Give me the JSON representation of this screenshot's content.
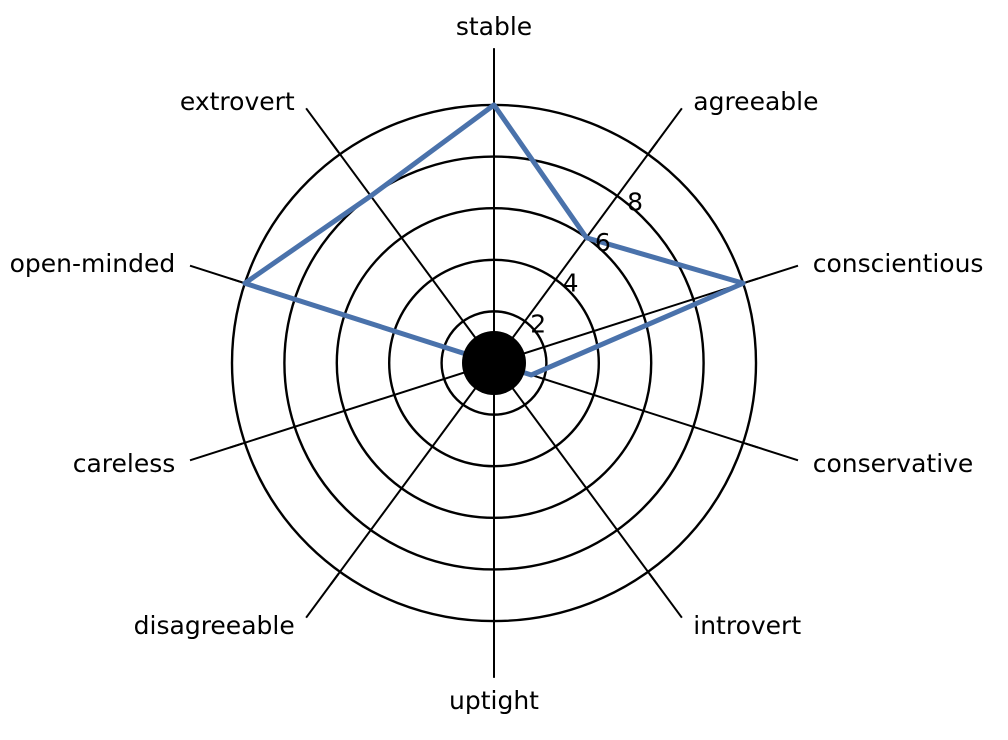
{
  "chart_data": {
    "type": "radar",
    "title": "",
    "subtitle": "",
    "xlabel": "",
    "ylabel": "",
    "grid": true,
    "legend_position": "none",
    "rlim": [
      0,
      10
    ],
    "r_ticks": [
      2,
      4,
      6,
      8
    ],
    "r_tick_labels": [
      "2",
      "4",
      "6",
      "8"
    ],
    "n_rings": 5,
    "categories": [
      "stable",
      "agreeable",
      "conscientious",
      "conservative",
      "introvert",
      "uptight",
      "disagreeable",
      "careless",
      "open-minded",
      "extrovert"
    ],
    "values": [
      10,
      6,
      10,
      1.5,
      0,
      0,
      0,
      0,
      10,
      8
    ],
    "series": [
      {
        "name": "profile",
        "color": "#4a72ab",
        "values": [
          10,
          6,
          10,
          1.5,
          0,
          0,
          0,
          0,
          10,
          8
        ]
      }
    ],
    "line_color": "#4a72ab",
    "line_width": 5,
    "grid_color": "#000000",
    "center_marker": {
      "shape": "circle",
      "color": "#000000",
      "radius_px": 32
    }
  },
  "axes": [
    {
      "index": 0,
      "label": "stable",
      "angle_deg": 90,
      "value": 10
    },
    {
      "index": 1,
      "label": "agreeable",
      "angle_deg": 54,
      "value": 6
    },
    {
      "index": 2,
      "label": "conscientious",
      "angle_deg": 18,
      "value": 10
    },
    {
      "index": 3,
      "label": "conservative",
      "angle_deg": -18,
      "value": 1.5
    },
    {
      "index": 4,
      "label": "introvert",
      "angle_deg": -54,
      "value": 0
    },
    {
      "index": 5,
      "label": "uptight",
      "angle_deg": -90,
      "value": 0
    },
    {
      "index": 6,
      "label": "disagreeable",
      "angle_deg": -126,
      "value": 0
    },
    {
      "index": 7,
      "label": "careless",
      "angle_deg": -162,
      "value": 0
    },
    {
      "index": 8,
      "label": "open-minded",
      "angle_deg": 162,
      "value": 10
    },
    {
      "index": 9,
      "label": "extrovert",
      "angle_deg": 126,
      "value": 8
    }
  ],
  "tick_labels": [
    {
      "text": "2",
      "value": 2
    },
    {
      "text": "4",
      "value": 4
    },
    {
      "text": "6",
      "value": 6
    },
    {
      "text": "8",
      "value": 8
    }
  ],
  "colors": {
    "series": "#4a72ab",
    "grid": "#000000",
    "text": "#000000",
    "background": "#ffffff",
    "center_marker": "#000000"
  }
}
